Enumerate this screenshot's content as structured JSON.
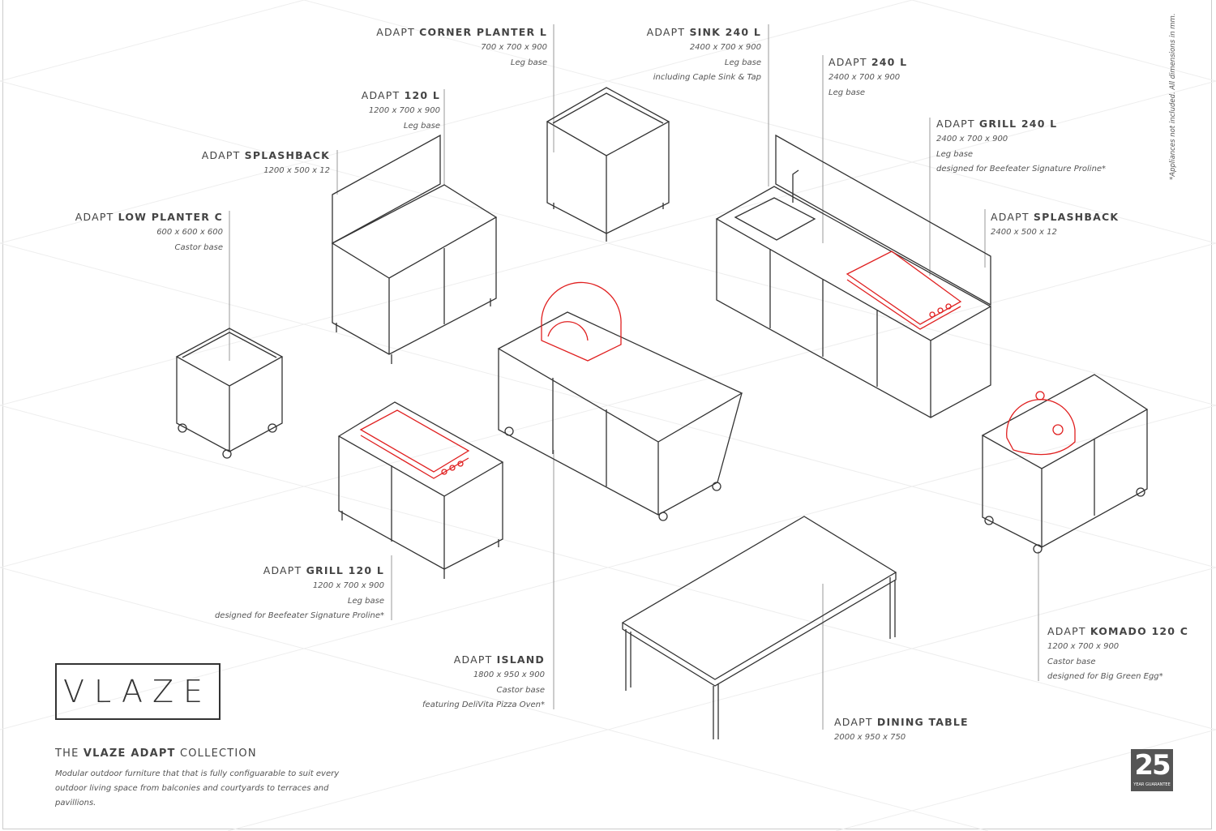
{
  "brand": "VLAZE",
  "collection": {
    "prefix": "THE",
    "bold": "VLAZE ADAPT",
    "suffix": "COLLECTION"
  },
  "description": "Modular outdoor furniture that that is fully configuarable to suit every outdoor living space from balconies and courtyards to terraces and pavillions.",
  "note": "*Appliances not included. All dimensions in mm.",
  "guarantee": {
    "number": "25",
    "text": "YEAR GUARANTEE"
  },
  "accent_color": "#e02020",
  "products": [
    {
      "prefix": "ADAPT",
      "name": "CORNER PLANTER L",
      "lines": [
        "700 x 700 x 900",
        "Leg base"
      ]
    },
    {
      "prefix": "ADAPT",
      "name": "SINK 240 L",
      "lines": [
        "2400 x 700 x 900",
        "Leg base",
        "including Caple Sink & Tap"
      ]
    },
    {
      "prefix": "ADAPT",
      "name": "240 L",
      "lines": [
        "2400 x 700 x 900",
        "Leg base"
      ]
    },
    {
      "prefix": "ADAPT",
      "name": "GRILL 240 L",
      "lines": [
        "2400 x 700 x 900",
        "Leg base",
        "designed for Beefeater Signature Proline*"
      ]
    },
    {
      "prefix": "ADAPT",
      "name": "SPLASHBACK",
      "lines": [
        "2400 x 500 x 12"
      ]
    },
    {
      "prefix": "ADAPT",
      "name": "120 L",
      "lines": [
        "1200 x 700 x 900",
        "Leg base"
      ]
    },
    {
      "prefix": "ADAPT",
      "name": "SPLASHBACK",
      "lines": [
        "1200 x 500 x 12"
      ]
    },
    {
      "prefix": "ADAPT",
      "name": "LOW PLANTER C",
      "lines": [
        "600 x 600 x 600",
        "Castor base"
      ]
    },
    {
      "prefix": "ADAPT",
      "name": "GRILL 120 L",
      "lines": [
        "1200 x 700 x 900",
        "Leg base",
        "designed for Beefeater Signature Proline*"
      ]
    },
    {
      "prefix": "ADAPT",
      "name": "ISLAND",
      "lines": [
        "1800 x 950 x 900",
        "Castor base",
        "featuring DeliVita Pizza Oven*"
      ]
    },
    {
      "prefix": "ADAPT",
      "name": "KOMADO 120 C",
      "lines": [
        "1200 x 700 x 900",
        "Castor base",
        "designed for Big Green Egg*"
      ]
    },
    {
      "prefix": "ADAPT",
      "name": "DINING TABLE",
      "lines": [
        "2000 x 950 x 750"
      ]
    }
  ]
}
